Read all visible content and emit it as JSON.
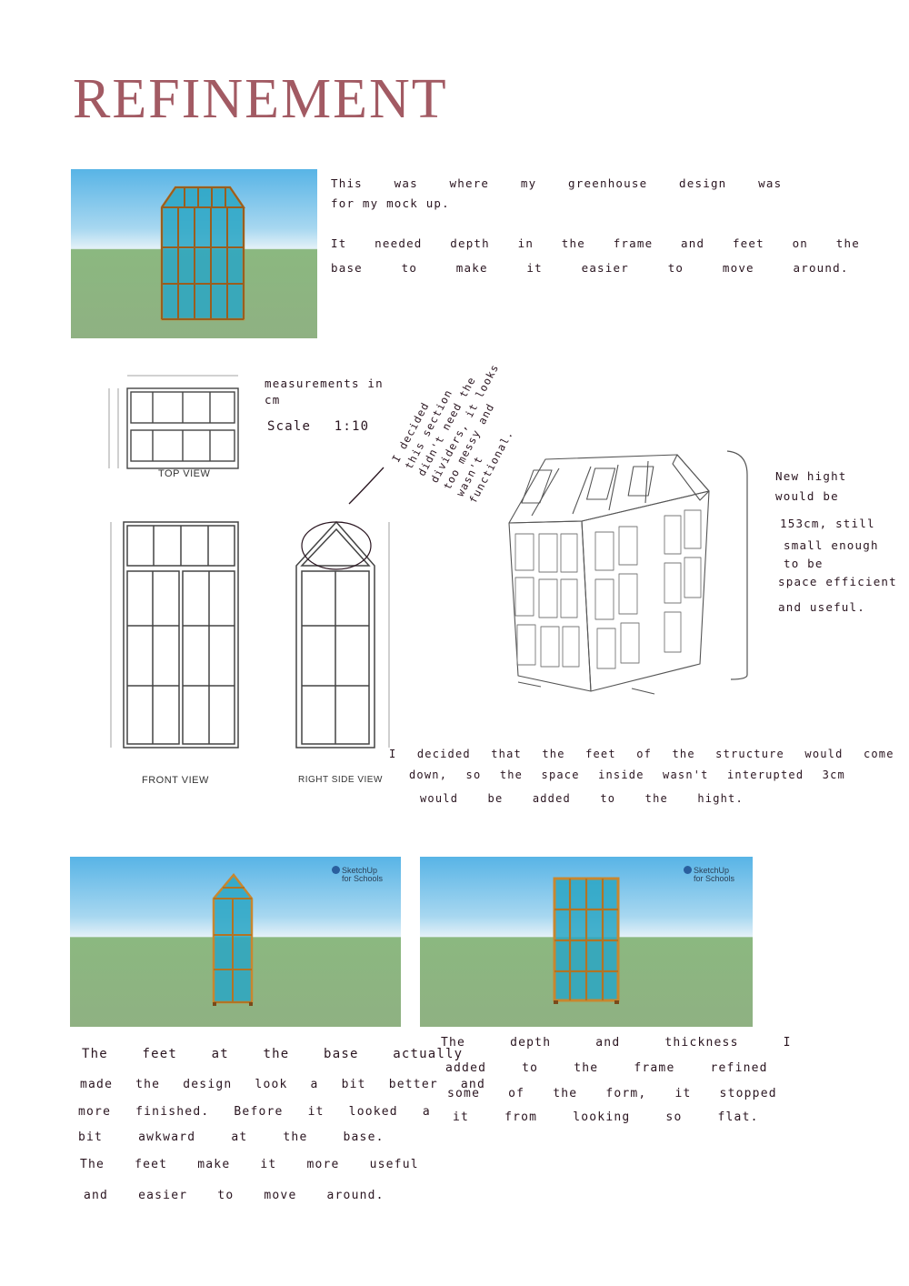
{
  "title": "REFINEMENT",
  "section1": {
    "lines": [
      "This was where my greenhouse design was",
      "for my mock up.",
      "It needed depth in the frame and feet on the",
      "base to make it easier to move around."
    ]
  },
  "drawings": {
    "measurements_note": [
      "measurements in",
      "cm"
    ],
    "scale_note": "Scale 1:10",
    "top_view_label": "TOP VIEW",
    "front_view_label": "FRONT VIEW",
    "side_view_label": "RIGHT SIDE VIEW",
    "divider_note": [
      "I decided",
      "this section",
      "didn't need the",
      "dividers, it looks",
      "too messy and",
      "wasn't",
      "functional."
    ],
    "height_note": [
      "New hight",
      "would be",
      "153cm, still",
      "small enough",
      "to be",
      "space efficient",
      "and useful."
    ],
    "feet_note": [
      "I decided that the feet of the structure would come",
      "down, so the space inside wasn't interupted 3cm",
      "would be added to the hight."
    ]
  },
  "renders": {
    "logo_line1": "SketchUp",
    "logo_line2": "for Schools"
  },
  "caption_left": [
    "The feet at the base actually",
    "made the design look a bit better and",
    "more finished. Before it looked a",
    "bit awkward at the base.",
    "The feet make it more useful",
    "and easier to move around."
  ],
  "caption_right": [
    "The depth and thickness I",
    "added to the frame refined",
    "some of the form, it stopped",
    "it from looking so flat."
  ],
  "colors": {
    "title": "#a25a63",
    "glass": "#2aa6c4",
    "frame": "#c8872f",
    "ink": "#2a1520"
  }
}
